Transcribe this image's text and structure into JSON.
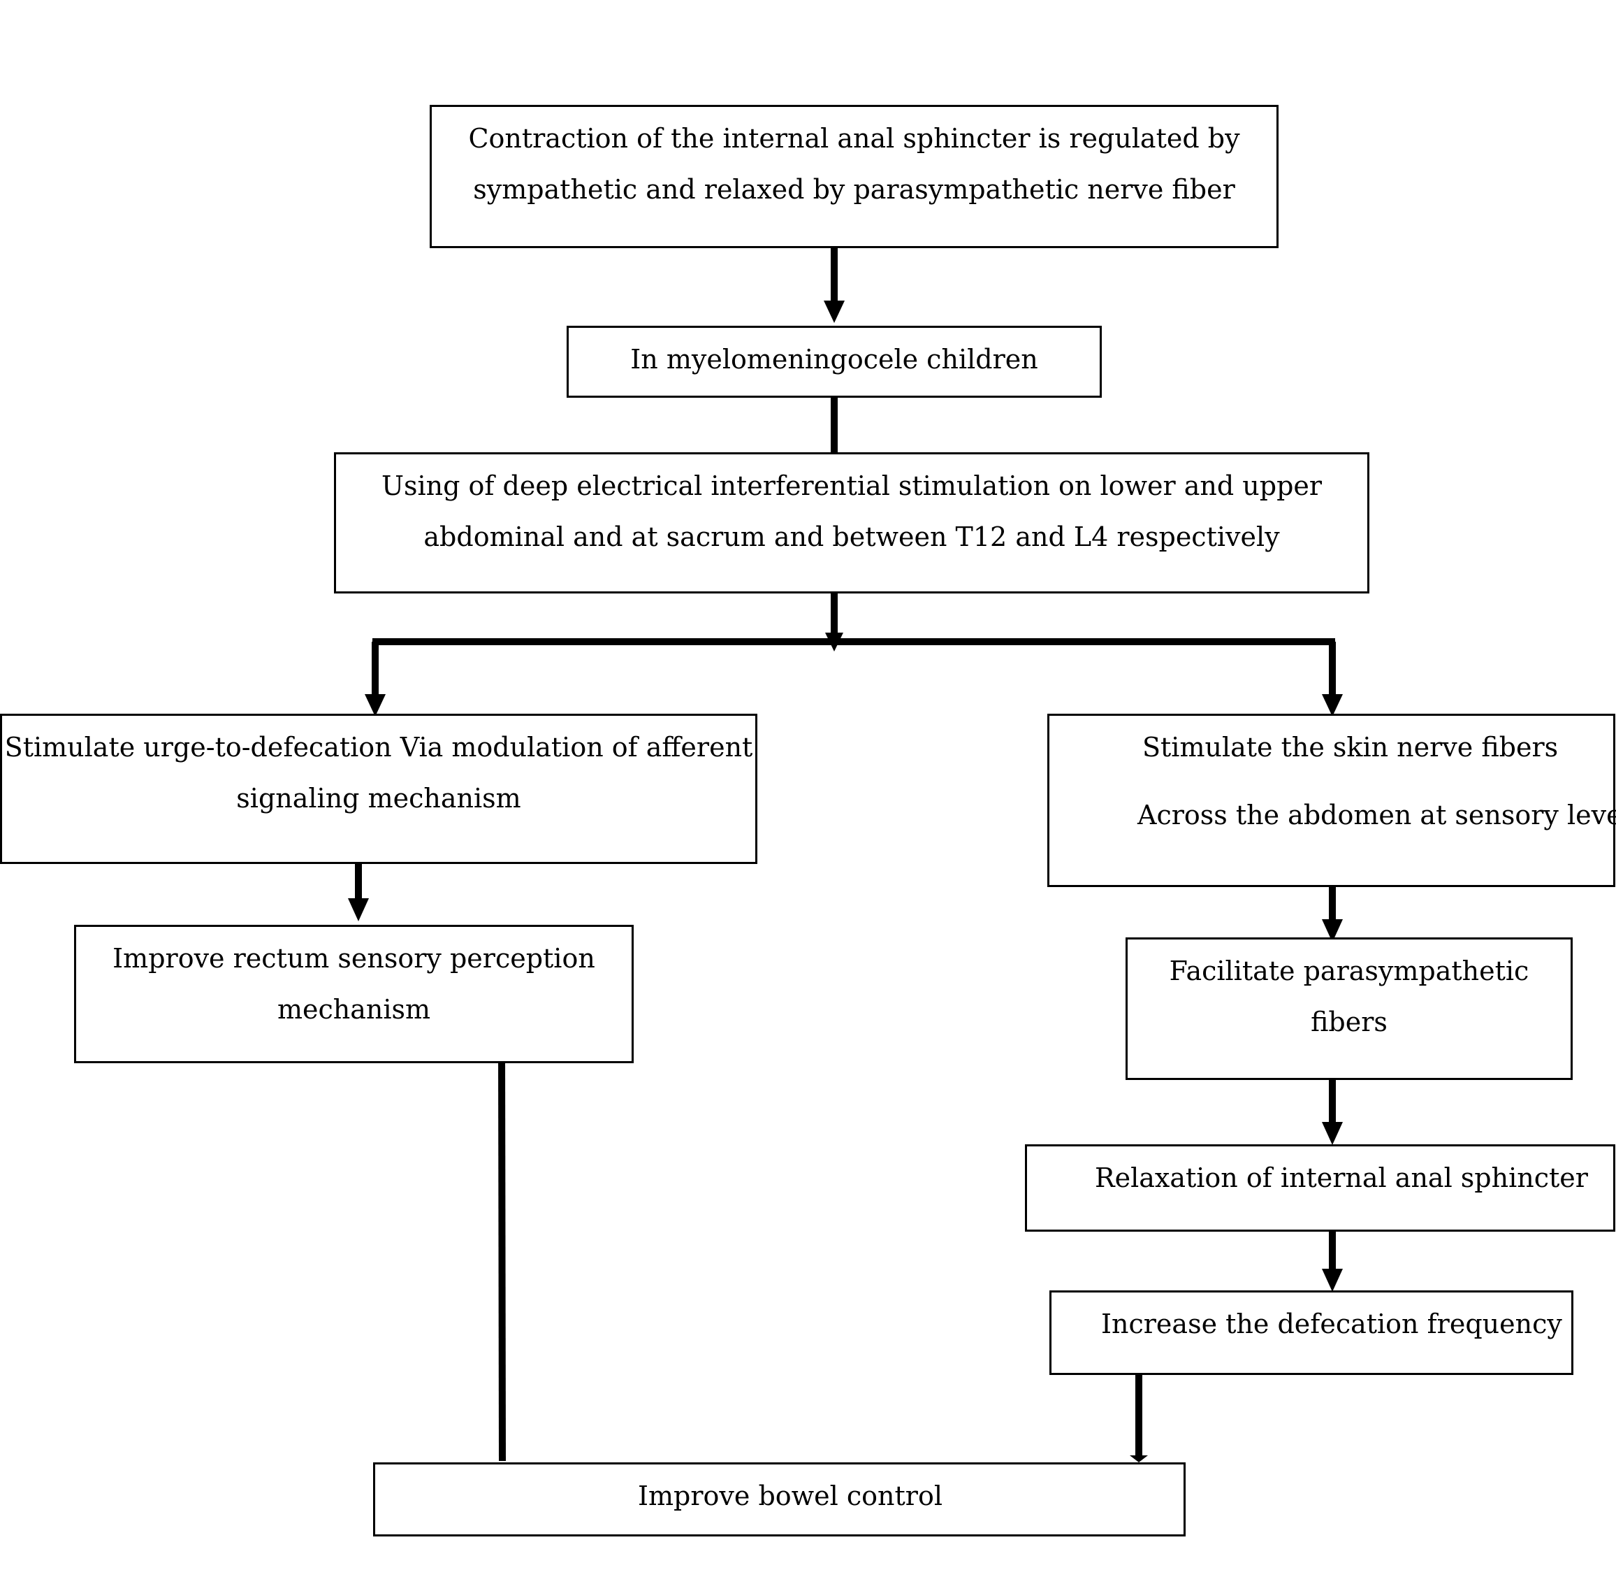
{
  "flowchart": {
    "nodes": {
      "top": {
        "lines": [
          "Contraction of the internal anal sphincter is regulated by",
          "sympathetic and relaxed by parasympathetic nerve fiber"
        ]
      },
      "myelo": {
        "lines": [
          "In myelomeningocele children"
        ]
      },
      "stimulation": {
        "lines": [
          "Using of deep electrical interferential stimulation on lower and upper",
          "abdominal and at sacrum and between T12 and L4 respectively"
        ]
      },
      "urge": {
        "lines": [
          "Stimulate urge-to-defecation Via modulation of afferent",
          "signaling mechanism"
        ]
      },
      "skin": {
        "lines": [
          "Stimulate the skin nerve fibers",
          "Across the abdomen at sensory level"
        ]
      },
      "rectum": {
        "lines": [
          "Improve rectum sensory perception",
          "mechanism"
        ]
      },
      "parasym": {
        "lines": [
          "Facilitate parasympathetic",
          "fibers"
        ]
      },
      "relax": {
        "lines": [
          "Relaxation of internal anal sphincter"
        ]
      },
      "freq": {
        "lines": [
          "Increase the defecation frequency"
        ]
      },
      "bowel": {
        "lines": [
          "Improve bowel control"
        ]
      }
    },
    "edges": [
      {
        "from": "top",
        "to": "myelo"
      },
      {
        "from": "myelo",
        "to": "stimulation"
      },
      {
        "from": "stimulation",
        "to": "urge"
      },
      {
        "from": "stimulation",
        "to": "skin"
      },
      {
        "from": "urge",
        "to": "rectum"
      },
      {
        "from": "skin",
        "to": "parasym"
      },
      {
        "from": "parasym",
        "to": "relax"
      },
      {
        "from": "relax",
        "to": "freq"
      },
      {
        "from": "rectum",
        "to": "bowel"
      },
      {
        "from": "freq",
        "to": "bowel"
      }
    ]
  }
}
